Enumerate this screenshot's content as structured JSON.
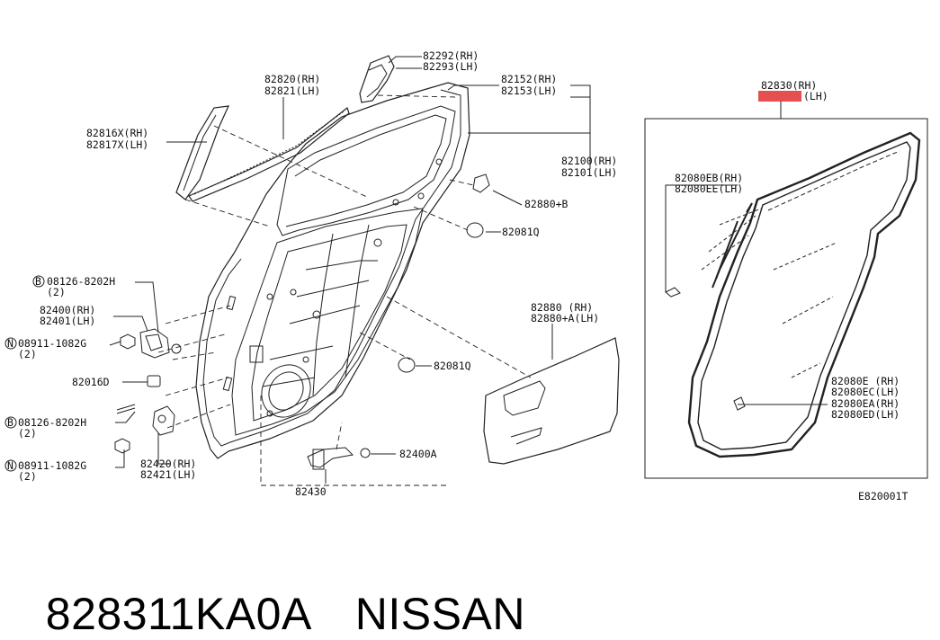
{
  "diagram": {
    "callouts": {
      "p82292": "82292(RH)",
      "p82293": "82293(LH)",
      "p82820": "82820(RH)",
      "p82821": "82821(LH)",
      "p82152": "82152(RH)",
      "p82153": "82153(LH)",
      "p82816x": "82816X(RH)",
      "p82817x": "82817X(LH)",
      "p82100": "82100(RH)",
      "p82101": "82101(LH)",
      "p82880b": "82880+B",
      "p82081q_a": "82081Q",
      "p08126_a": "08126-8202H",
      "p08126_a_qty": "(2)",
      "p82400": "82400(RH)",
      "p82401": "82401(LH)",
      "p08911_a": "08911-1082G",
      "p08911_a_qty": "(2)",
      "p82016d": "82016D",
      "p08126_b": "08126-8202H",
      "p08126_b_qty": "(2)",
      "p08911_b": "08911-1082G",
      "p08911_b_qty": "(2)",
      "p82420": "82420(RH)",
      "p82421": "82421(LH)",
      "p82430": "82430",
      "p82400a": "82400A",
      "p82081q_b": "82081Q",
      "p82880": "82880  (RH)",
      "p82880a": "82880+A(LH)",
      "p82830": "82830(RH)",
      "p82831_lh": "(LH)",
      "p82080eb": "82080EB(RH)",
      "p82080ee": "82080EE(LH)",
      "p82080e": "82080E (RH)",
      "p82080ec": "82080EC(LH)",
      "p82080ea": "82080EA(RH)",
      "p82080ed": "82080ED(LH)",
      "ref_code": "E820001T",
      "circle_b": "B",
      "circle_n": "N"
    },
    "highlight_color": "#e03030"
  },
  "caption": {
    "part_number": "828311KA0A",
    "brand": "NISSAN"
  }
}
